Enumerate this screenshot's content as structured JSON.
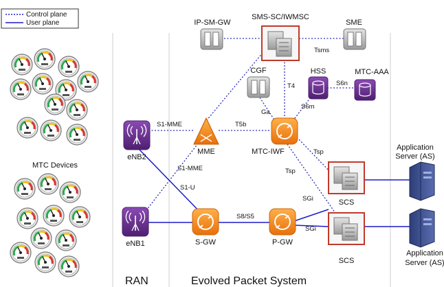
{
  "legend": {
    "control": "Control plane",
    "user": "User plane"
  },
  "sections": {
    "ran": "RAN",
    "eps": "Evolved Packet System"
  },
  "devices_label": "MTC Devices",
  "nodes": {
    "ipsmgw": "IP-SM-GW",
    "smssc": "SMS-SC/IWMSC",
    "sme": "SME",
    "cgf": "CGF",
    "hss": "HSS",
    "mtcaaa": "MTC-AAA",
    "enb2": "eNB2",
    "enb1": "eNB1",
    "mme": "MME",
    "mtciwf": "MTC-IWF",
    "sgw": "S-GW",
    "pgw": "P-GW",
    "scs1": "SCS",
    "scs2": "SCS",
    "as1_line1": "Application",
    "as1_line2": "Server (AS)",
    "as2_line1": "Application",
    "as2_line2": "Server (AS)"
  },
  "interfaces": {
    "tsms": "Tsms",
    "t4": "T4",
    "s6n": "S6n",
    "s6m": "S6m",
    "ga": "Ga",
    "s1mme_top": "S1-MME",
    "t5b": "T5b",
    "s1mme_bottom": "S1-MME",
    "s1u": "S1-U",
    "tsp_upper": "Tsp",
    "tsp_lower": "Tsp",
    "s8s5": "S8/S5",
    "sgi_upper": "SGi",
    "sgi_lower": "SGi"
  },
  "colors": {
    "user_plane": "#1a1acc",
    "control_plane": "#2a2ab8",
    "orange": "#f08a1c",
    "purple": "#6a2d91",
    "gray": "#a9a9a9",
    "red_border": "#c0392b"
  }
}
